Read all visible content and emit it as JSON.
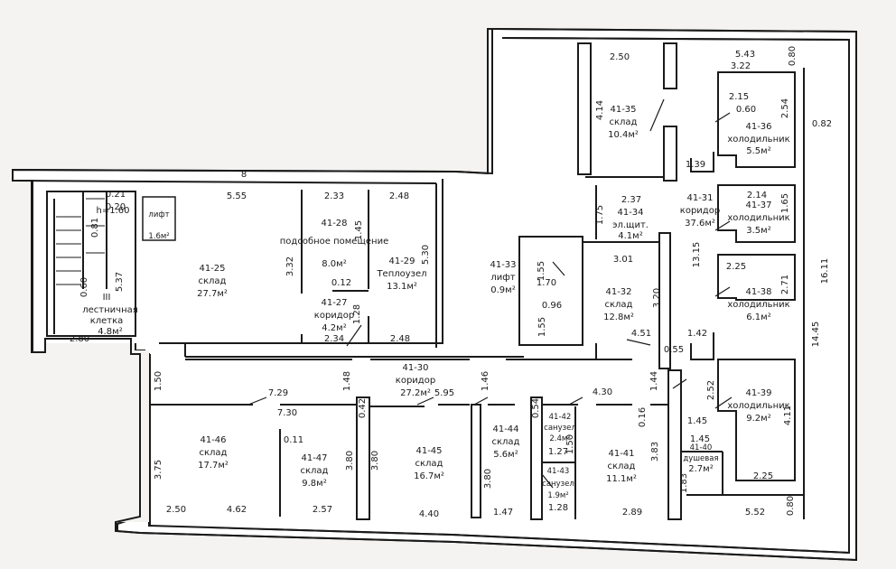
{
  "rooms": [
    {
      "id": "41-25",
      "name": "склад",
      "area": "27.7м²"
    },
    {
      "id": "41-28",
      "name": "подсобное помещение",
      "area": "8.0м²"
    },
    {
      "id": "41-29",
      "name": "Теплоузел",
      "area": "13.1м²"
    },
    {
      "id": "41-27",
      "name": "коридор",
      "area": "4.2м²"
    },
    {
      "id": "41-30",
      "name": "коридор",
      "area": "27.2м²"
    },
    {
      "id": "41-33",
      "name": "лифт",
      "area": "0.9м²"
    },
    {
      "id": "41-32",
      "name": "склад",
      "area": "12.8м²"
    },
    {
      "id": "41-34",
      "name": "эл.щит.",
      "area": "4.1м²"
    },
    {
      "id": "41-35",
      "name": "склад",
      "area": "10.4м²"
    },
    {
      "id": "41-31",
      "name": "коридор",
      "area": "37.6м²"
    },
    {
      "id": "41-36",
      "name": "холодильник",
      "area": "5.5м²"
    },
    {
      "id": "41-37",
      "name": "холодильник",
      "area": "3.5м²"
    },
    {
      "id": "41-38",
      "name": "холодильник",
      "area": "6.1м²"
    },
    {
      "id": "41-39",
      "name": "холодильник",
      "area": "9.2м²"
    },
    {
      "id": "41-40",
      "name": "душевая",
      "area": "2.7м²"
    },
    {
      "id": "41-41",
      "name": "склад",
      "area": "11.1м²"
    },
    {
      "id": "41-42",
      "name": "санузел",
      "area": "2.4м²"
    },
    {
      "id": "41-43",
      "name": "санузел",
      "area": "1.9м²"
    },
    {
      "id": "41-44",
      "name": "склад",
      "area": "5.6м²"
    },
    {
      "id": "41-45",
      "name": "склад",
      "area": "16.7м²"
    },
    {
      "id": "41-46",
      "name": "склад",
      "area": "17.7м²"
    },
    {
      "id": "41-47",
      "name": "склад",
      "area": "9.8м²"
    }
  ],
  "stair": {
    "number": "III",
    "name_line1": "лестничная",
    "name_line2": "клетка",
    "area": "4.8м²",
    "height": "h=1.60"
  },
  "lift_small": {
    "line1": "лифт",
    "line2": "1.6м²"
  },
  "dimensions": [
    "5.43",
    "0.80",
    "3.22",
    "2.50",
    "4.14",
    "2.15",
    "0.60",
    "2.54",
    "0.82",
    "1.39",
    "2.37",
    "1.75",
    "2.14",
    "1.65",
    "13.15",
    "2.25",
    "2.71",
    "16.11",
    "14.45",
    "3.01",
    "1.55",
    "3.20",
    "0.96",
    "1.55",
    "4.51",
    "0.55",
    "1.42",
    "2.52",
    "4.30",
    "1.44",
    "0.54",
    "1.45",
    "1.45",
    "1.83",
    "2.25",
    "4.11",
    "0.16",
    "1.46",
    "1.48",
    "3.83",
    "2.89",
    "0.80",
    "5.52",
    "1.27",
    "1.50",
    "1.28",
    "1.47",
    "3.80",
    "4.40",
    "5.95",
    "7.29",
    "7.30",
    "0.42",
    "3.80",
    "3.80",
    "0.11",
    "2.57",
    "4.62",
    "2.50",
    "3.75",
    "1.50",
    "2.80",
    "5.37",
    "0.81",
    "0.21",
    "5.55",
    "8",
    "2.33",
    "3.32",
    "2.48",
    "5.30",
    "0.12",
    "1.45",
    "1.28",
    "2.34",
    "2.48",
    "0.60",
    "0.20",
    "1.70"
  ]
}
